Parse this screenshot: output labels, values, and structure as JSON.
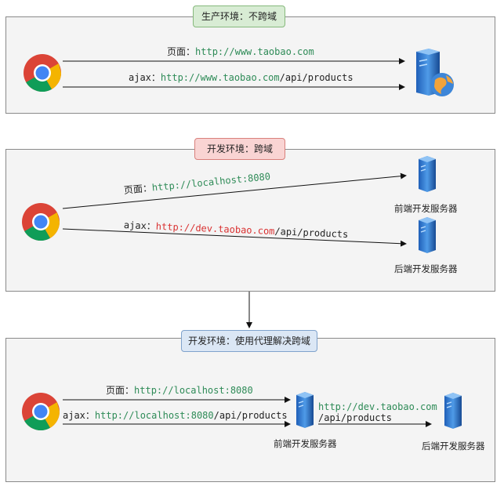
{
  "panels": [
    {
      "tag": "生产环境：不跨域",
      "page_prefix": "页面：",
      "page_url": "http://www.taobao.com",
      "ajax_prefix": "ajax：",
      "ajax_url_host": "http://www.taobao.com",
      "ajax_url_path": "/api/products"
    },
    {
      "tag": "开发环境：跨域",
      "page_prefix": "页面：",
      "page_url": "http://localhost:8080",
      "ajax_prefix": "ajax：",
      "ajax_url_host": "http://dev.taobao.com",
      "ajax_url_path": "/api/products",
      "frontend_server": "前端开发服务器",
      "backend_server": "后端开发服务器"
    },
    {
      "tag": "开发环境：使用代理解决跨域",
      "page_prefix": "页面：",
      "page_url": "http://localhost:8080",
      "ajax_prefix": "ajax：",
      "ajax_url_host": "http://localhost:8080",
      "ajax_url_path": "/api/products",
      "proxy_url_host": "http://dev.taobao.com",
      "proxy_url_path": "/api/products",
      "frontend_server": "前端开发服务器",
      "backend_server": "后端开发服务器"
    }
  ],
  "icons": [
    "chrome-icon",
    "server-icon",
    "web-server-icon"
  ],
  "colors": {
    "url_green": "#2e8b57",
    "url_red": "#d93030"
  }
}
